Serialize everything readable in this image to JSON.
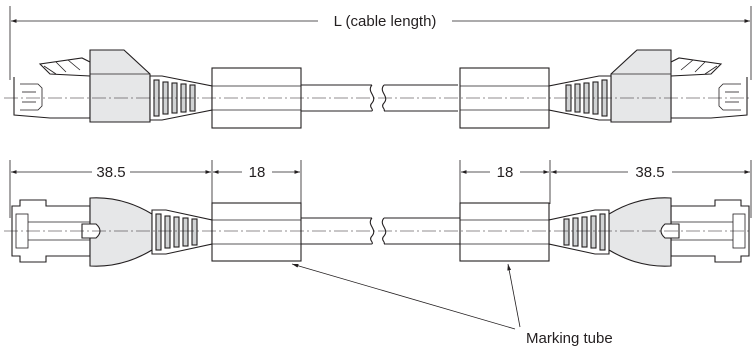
{
  "dimensions": {
    "cable_length": "L (cable length)",
    "connector_length_left": "38.5",
    "tube_length_left": "18",
    "tube_length_right": "18",
    "connector_length_right": "38.5"
  },
  "callout": {
    "marking_tube": "Marking tube"
  }
}
